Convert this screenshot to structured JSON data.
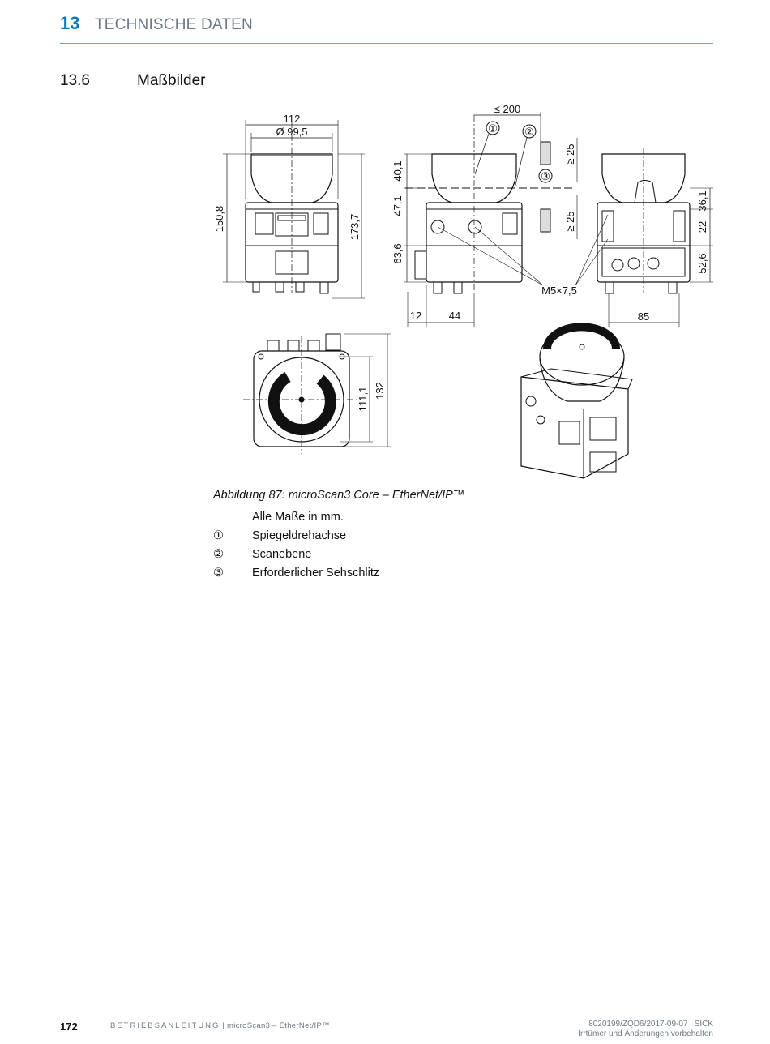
{
  "header": {
    "chapter_number": "13",
    "chapter_title": "TECHNISCHE DATEN"
  },
  "section": {
    "number": "13.6",
    "title": "Maßbilder"
  },
  "figure": {
    "dimensions": {
      "front_width_total": "112",
      "front_width_inner": "Ø 99,5",
      "front_height_left": "150,8",
      "front_height_right": "173,7",
      "side_reach": "≤ 200",
      "side_h1": "40,1",
      "side_h2": "47,1",
      "side_h3": "63,6",
      "slot_top": "≥ 25",
      "slot_bottom": "≥ 25",
      "thread": "M5×7,5",
      "bottom_12": "12",
      "bottom_44": "44",
      "back_36": "36,1",
      "back_22": "22",
      "back_52": "52,6",
      "back_85": "85",
      "top_111": "111,1",
      "top_132": "132",
      "callout_1": "①",
      "callout_2": "②",
      "callout_3": "③"
    }
  },
  "caption": "Abbildung 87: microScan3 Core – EtherNet/IP™",
  "note": "Alle Maße in mm.",
  "legend": [
    {
      "num": "①",
      "text": "Spiegeldrehachse"
    },
    {
      "num": "②",
      "text": "Scanebene"
    },
    {
      "num": "③",
      "text": "Erforderlicher Sehschlitz"
    }
  ],
  "footer": {
    "page": "172",
    "doc_type": "BETRIEBSANLEITUNG",
    "doc_product": " | microScan3 – EtherNet/IP™",
    "doc_id": "8020199/ZQD6/2017-09-07 | SICK",
    "disclaimer": "Irrtümer und Änderungen vorbehalten"
  }
}
